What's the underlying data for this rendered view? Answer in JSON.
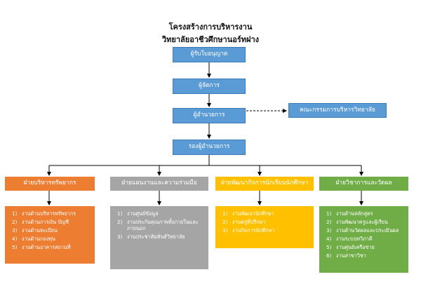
{
  "header": {
    "title_line1": "โครงสร้างการบริหารงาน",
    "title_line2": "วิทยาลัยอาชีวศึกษานอร์ทฝาง"
  },
  "chain": {
    "licensee": "ผู้รับใบอนุญาต",
    "manager": "ผู้จัดการ",
    "director": "ผู้อำนวยการ",
    "board": "คณะกรรมการบริหารวิทยาลัย",
    "deputy": "รองผู้อำนวยการ"
  },
  "divisions": [
    {
      "name": "ฝ่ายบริหารทรัพยากร",
      "color": "#ed7d31",
      "items": [
        "งานด้านบริหารทรัพยากร",
        "งานด้านการเงิน บัญชี",
        "งานด้านทะเบียน",
        "งานด้านกองทุน",
        "งานด้านอาคารสถานที่"
      ]
    },
    {
      "name": "ฝ่ายแผนงานและความร่วมมือ",
      "color": "#a5a5a5",
      "items": [
        "งานศูนย์ข้อมูล",
        "งานประกันคุณภาพทั้งภายในและภายนอก",
        "งานประชาสัมพันธ์วิทยาลัย"
      ]
    },
    {
      "name": "ฝ่ายพัฒนากิจการนักเรียนนักศึกษา",
      "color": "#ffc000",
      "items": [
        "งานพัฒนานักศึกษา",
        "งานครูที่ปรึกษา",
        "งานกิจการนักศึกษา"
      ]
    },
    {
      "name": "ฝ่ายวิชาการและวัดผล",
      "color": "#70ad47",
      "items": [
        "งานด้านหลักสูตร",
        "งานพัฒนาครูและผู้เรียน",
        "งานด้านวัดผลและประเมินผล",
        "งานระบบทวิภาคี",
        "งานศูนย์เครือข่าย",
        "งานสาขาวิชา"
      ]
    }
  ]
}
